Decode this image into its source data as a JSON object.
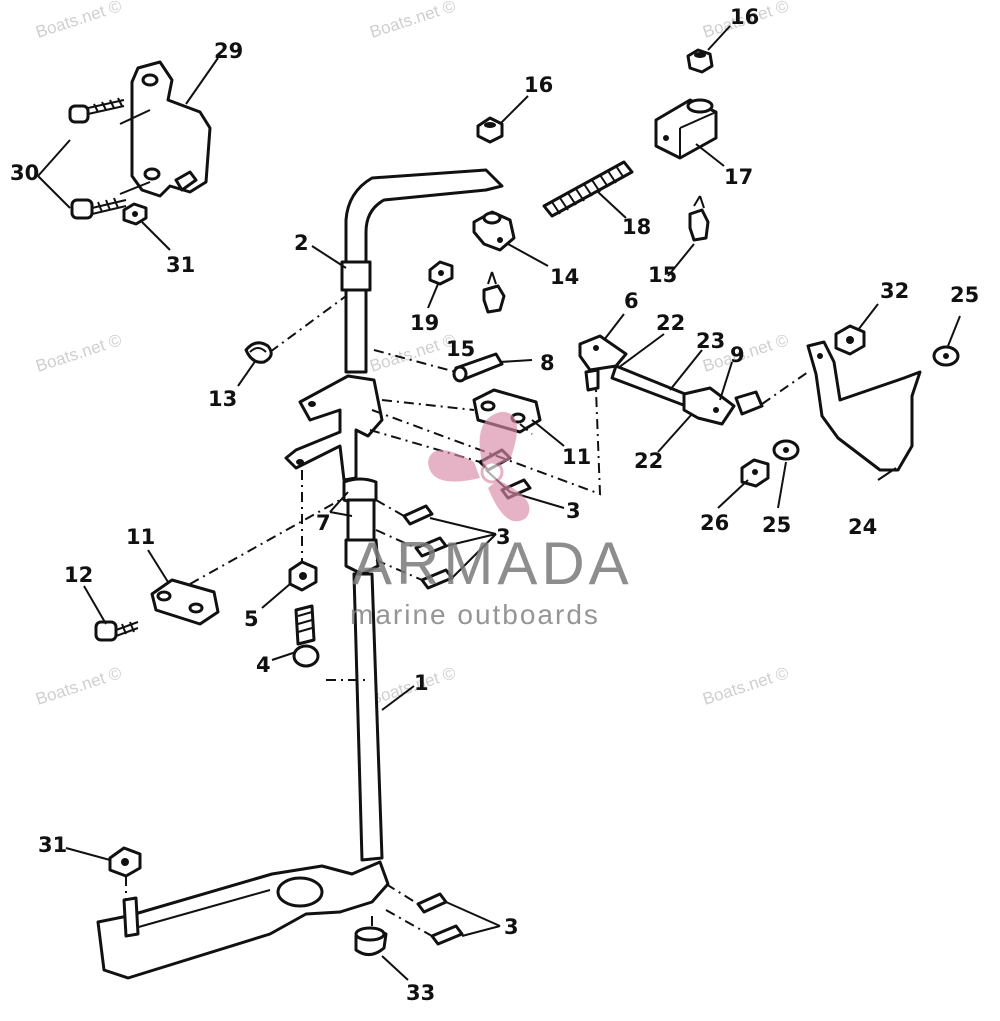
{
  "watermark": {
    "site_text": "Boats.net ©",
    "brand_name": "ARMADA",
    "brand_tagline": "marine outboards",
    "brand_color": "#d98aa8"
  },
  "callouts": [
    {
      "id": "c29",
      "label": "29"
    },
    {
      "id": "c30",
      "label": "30"
    },
    {
      "id": "c31a",
      "label": "31"
    },
    {
      "id": "c16a",
      "label": "16"
    },
    {
      "id": "c16b",
      "label": "16"
    },
    {
      "id": "c17",
      "label": "17"
    },
    {
      "id": "c18",
      "label": "18"
    },
    {
      "id": "c2",
      "label": "2"
    },
    {
      "id": "c14",
      "label": "14"
    },
    {
      "id": "c15a",
      "label": "15"
    },
    {
      "id": "c19",
      "label": "19"
    },
    {
      "id": "c15b",
      "label": "15"
    },
    {
      "id": "c13",
      "label": "13"
    },
    {
      "id": "c8",
      "label": "8"
    },
    {
      "id": "c6",
      "label": "6"
    },
    {
      "id": "c22a",
      "label": "22"
    },
    {
      "id": "c23",
      "label": "23"
    },
    {
      "id": "c9",
      "label": "9"
    },
    {
      "id": "c32",
      "label": "32"
    },
    {
      "id": "c25a",
      "label": "25"
    },
    {
      "id": "c11a",
      "label": "11"
    },
    {
      "id": "c22b",
      "label": "22"
    },
    {
      "id": "c3a",
      "label": "3"
    },
    {
      "id": "c3b",
      "label": "3"
    },
    {
      "id": "c7",
      "label": "7"
    },
    {
      "id": "c26",
      "label": "26"
    },
    {
      "id": "c25b",
      "label": "25"
    },
    {
      "id": "c24",
      "label": "24"
    },
    {
      "id": "c11b",
      "label": "11"
    },
    {
      "id": "c12",
      "label": "12"
    },
    {
      "id": "c5",
      "label": "5"
    },
    {
      "id": "c4",
      "label": "4"
    },
    {
      "id": "c1",
      "label": "1"
    },
    {
      "id": "c31b",
      "label": "31"
    },
    {
      "id": "c3c",
      "label": "3"
    },
    {
      "id": "c33",
      "label": "33"
    }
  ]
}
